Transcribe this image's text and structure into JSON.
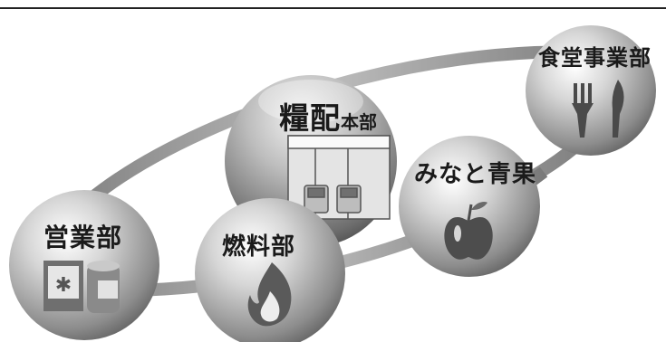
{
  "divisions": {
    "center": {
      "main": "糧配",
      "suffix": "本部",
      "icon": "warehouse-trucks-icon"
    },
    "food": {
      "label": "食堂事業部",
      "icon": "fork-knife-icon"
    },
    "minato": {
      "label": "みなと青果",
      "icon": "apple-icon"
    },
    "fuel": {
      "label": "燃料部",
      "icon": "flame-icon"
    },
    "sales": {
      "label": "営業部",
      "icon": "canned-goods-icon"
    }
  },
  "colors": {
    "sphere_light": "#f2f2f2",
    "sphere_dark": "#6a6a6a",
    "ring": "#8a8a8a",
    "text": "#1a1a1a"
  }
}
